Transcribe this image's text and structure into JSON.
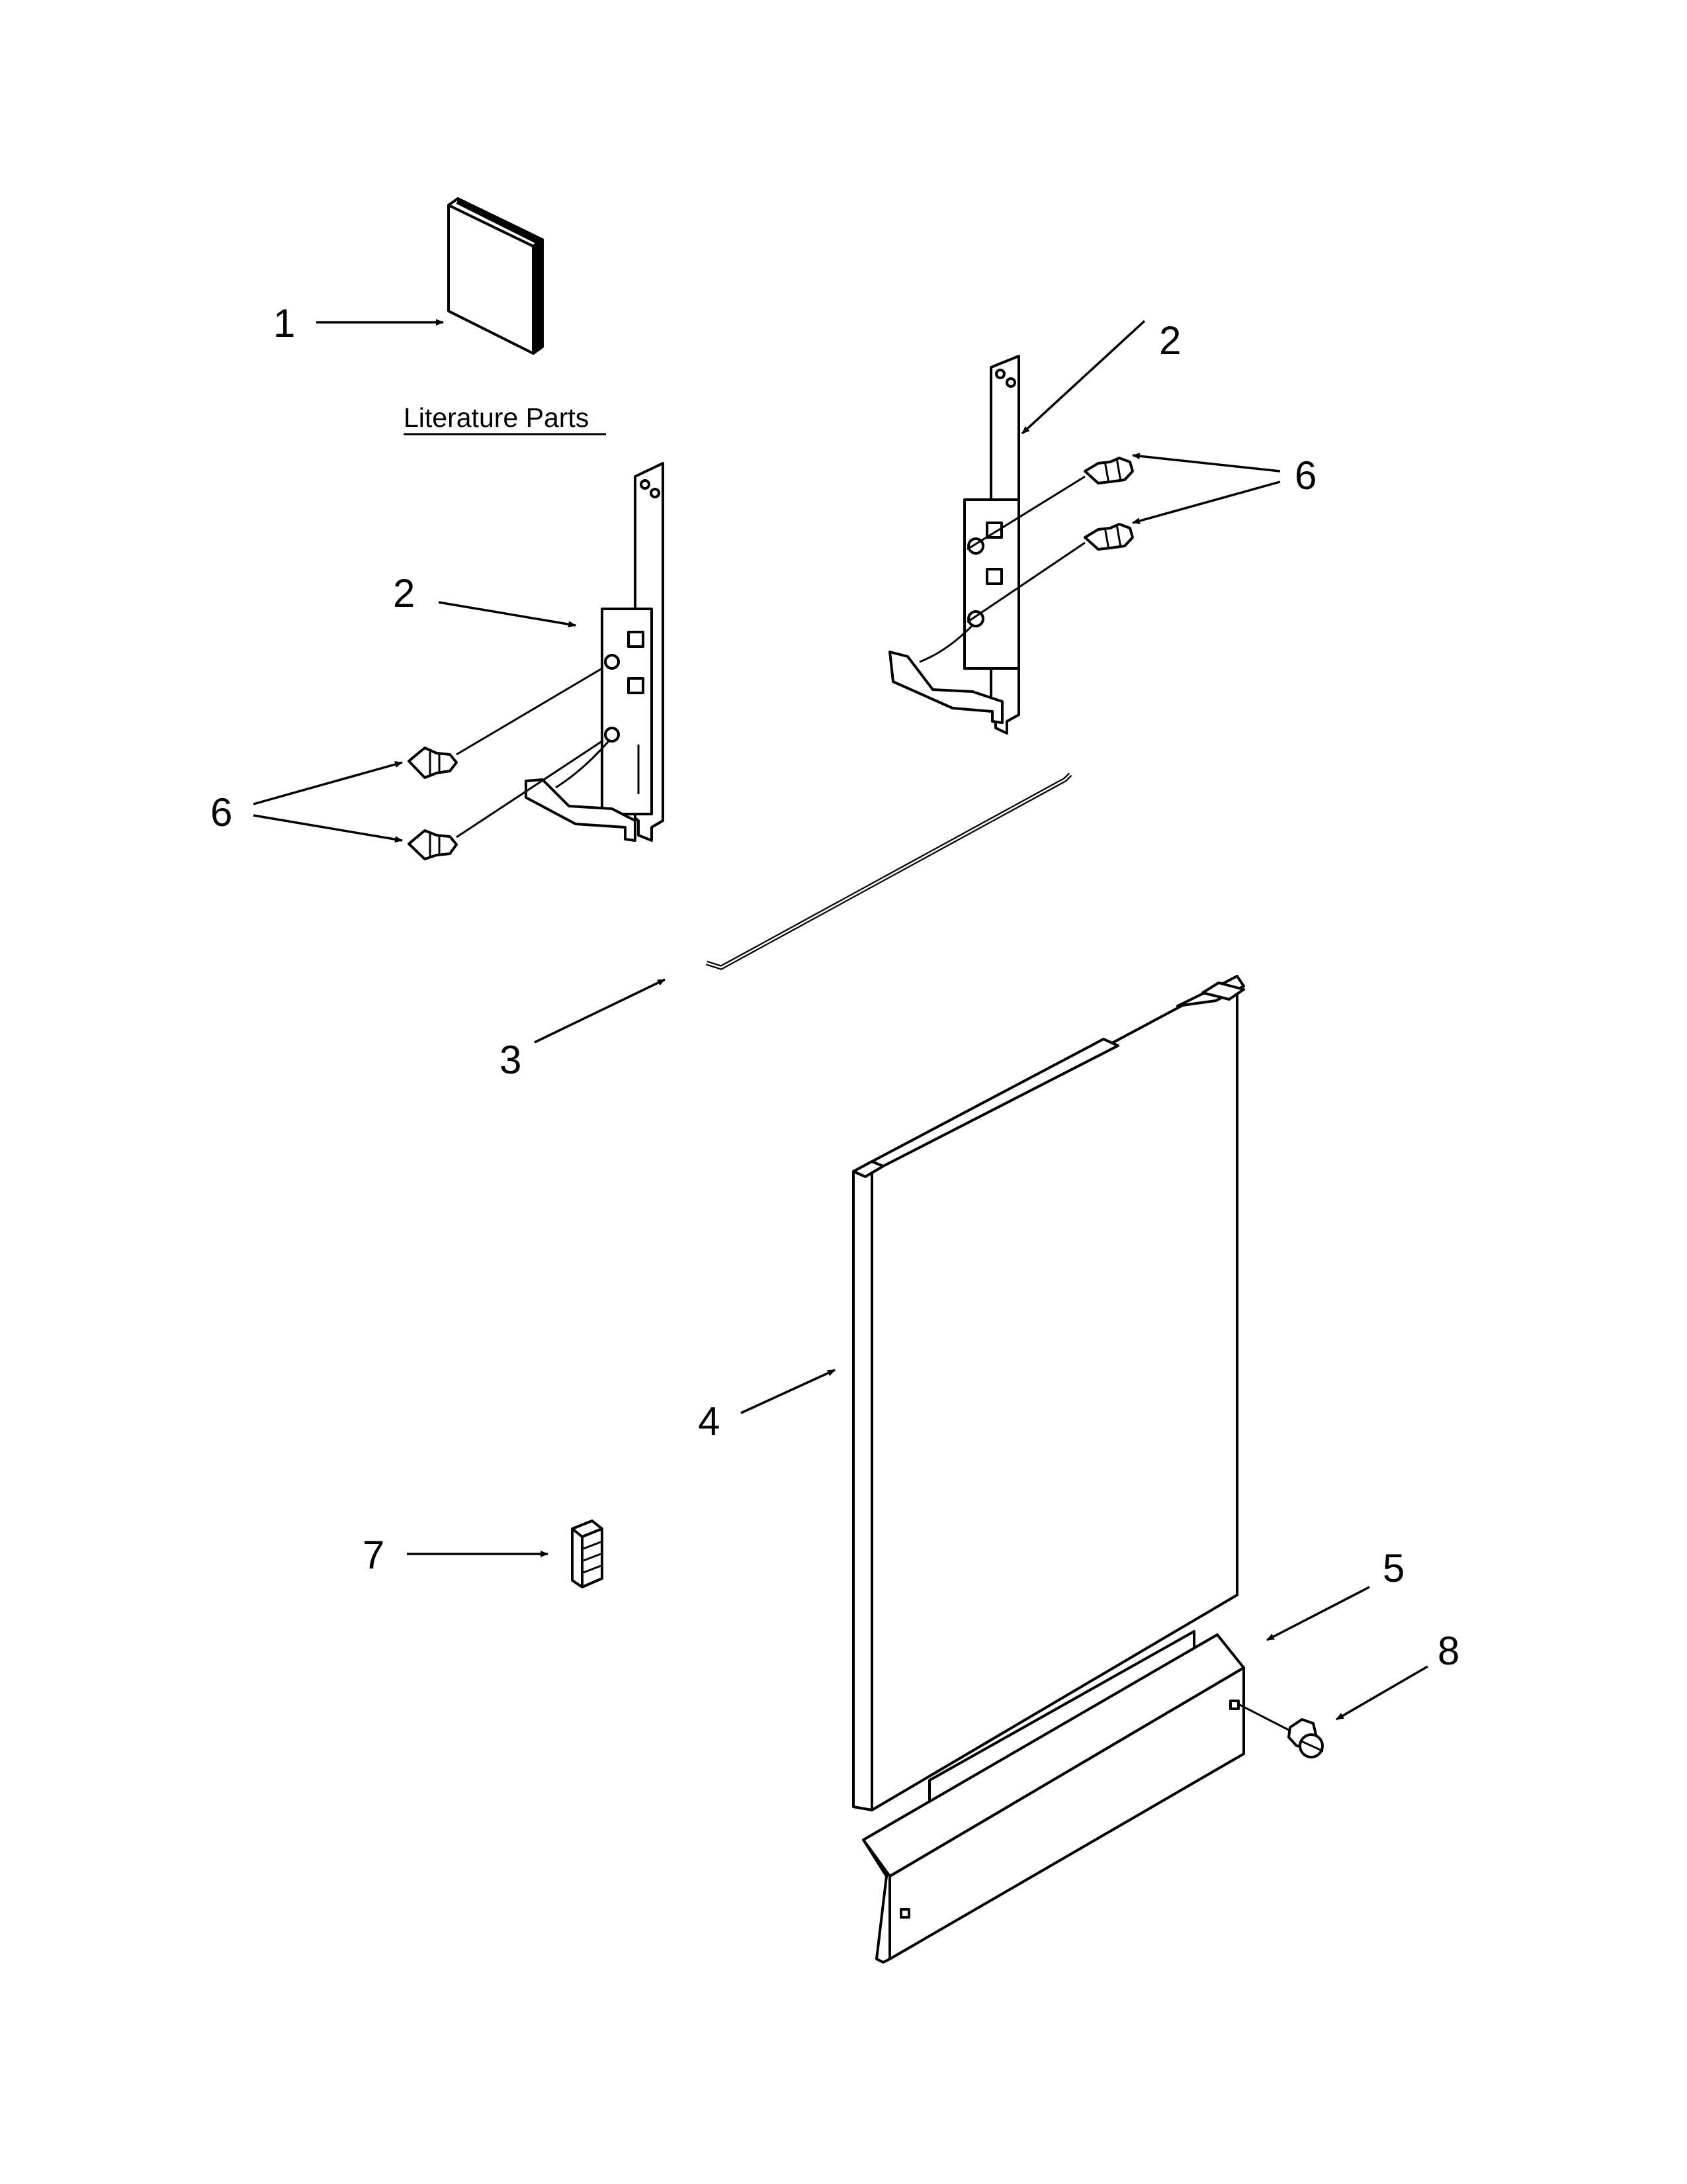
{
  "diagram": {
    "literature_label": "Literature Parts",
    "callouts": {
      "c1": "1",
      "c2a": "2",
      "c2b": "2",
      "c3": "3",
      "c4": "4",
      "c5": "5",
      "c6a": "6",
      "c6b": "6",
      "c7": "7",
      "c8": "8"
    }
  }
}
